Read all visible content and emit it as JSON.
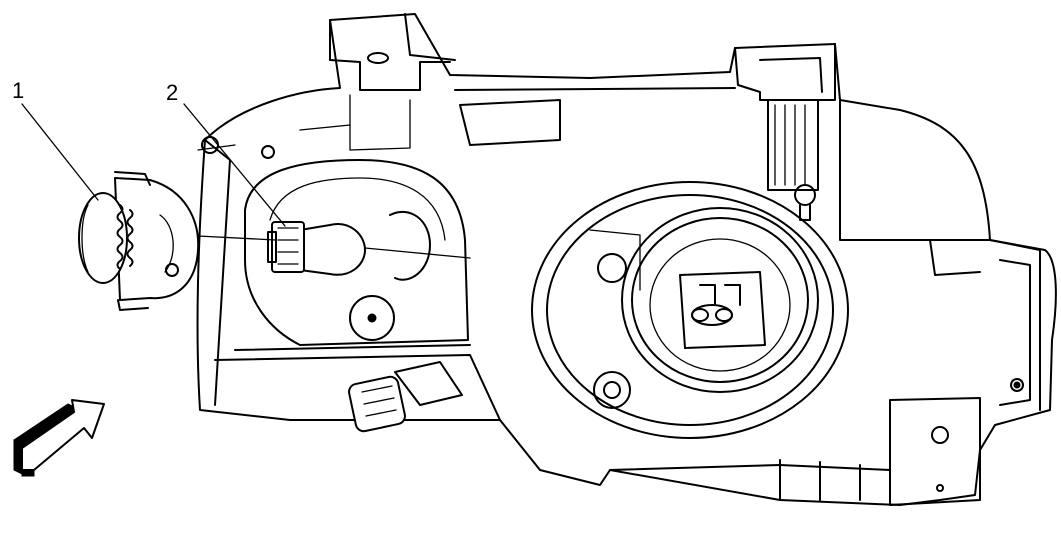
{
  "callouts": [
    {
      "id": "1",
      "label": "1"
    },
    {
      "id": "2",
      "label": "2"
    }
  ],
  "icons": [
    "view-direction-arrow-icon"
  ],
  "colors": {
    "line": "#000000",
    "background": "#ffffff"
  }
}
